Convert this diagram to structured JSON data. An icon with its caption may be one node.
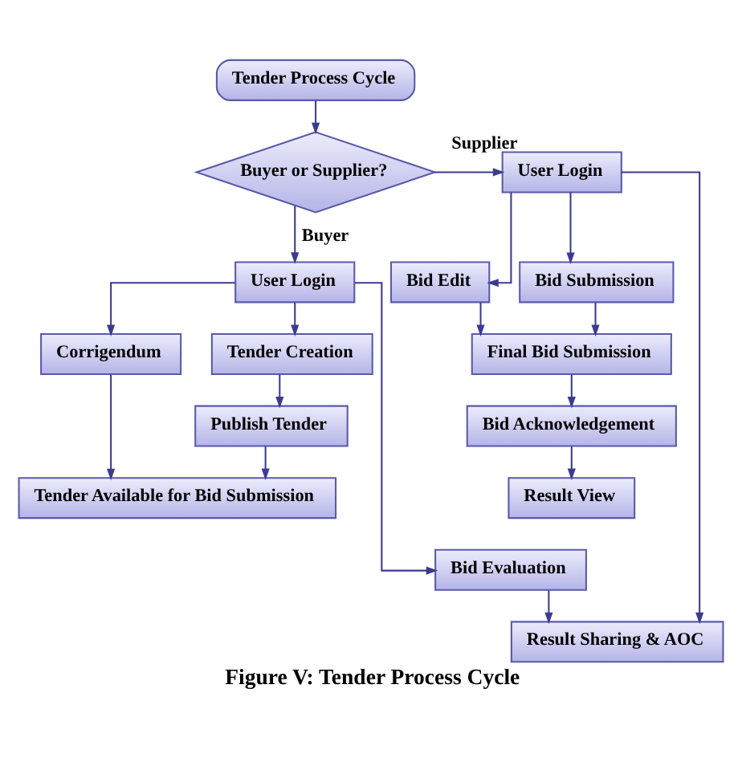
{
  "diagram": {
    "caption": "Figure V: Tender Process Cycle",
    "nodes": [
      {
        "text": [
          "Tender Process Cycle"
        ]
      },
      {
        "text": [
          "Buyer or Supplier?"
        ]
      },
      {
        "text": [
          "User Login"
        ]
      },
      {
        "text": [
          "User Login"
        ]
      },
      {
        "text": [
          "Bid Edit"
        ]
      },
      {
        "text": [
          "Bid Submission"
        ]
      },
      {
        "text": [
          "Corrigendum"
        ]
      },
      {
        "text": [
          "Tender Creation"
        ]
      },
      {
        "text": [
          "Final Bid Submission"
        ]
      },
      {
        "text": [
          "Publish Tender"
        ]
      },
      {
        "text": [
          "Bid Acknowledgement"
        ]
      },
      {
        "text": [
          "Tender Available for Bid Submission"
        ]
      },
      {
        "text": [
          "Result View"
        ]
      },
      {
        "text": [
          "Bid Evaluation"
        ]
      },
      {
        "text": [
          "Result Sharing & AOC"
        ]
      }
    ],
    "edges": [
      {
        "from": 0,
        "to": 1,
        "arrow": "to"
      },
      {
        "from": 1,
        "to": 2,
        "arrow": "to",
        "label": "Supplier"
      },
      {
        "from": 1,
        "to": 3,
        "arrow": "to",
        "label": "Buyer"
      },
      {
        "from": 2,
        "to": 4,
        "arrow": "to"
      },
      {
        "from": 2,
        "to": 5,
        "arrow": "to"
      },
      {
        "from": 2,
        "to": 14,
        "arrow": "to"
      },
      {
        "from": 3,
        "to": 6,
        "arrow": "to"
      },
      {
        "from": 3,
        "to": 7,
        "arrow": "to"
      },
      {
        "from": 3,
        "to": 13,
        "arrow": "to"
      },
      {
        "from": 6,
        "to": 11,
        "arrow": "to"
      },
      {
        "from": 7,
        "to": 9,
        "arrow": "to"
      },
      {
        "from": 9,
        "to": 11,
        "arrow": "to"
      },
      {
        "from": 4,
        "to": 8,
        "arrow": "to"
      },
      {
        "from": 5,
        "to": 8,
        "arrow": "to"
      },
      {
        "from": 8,
        "to": 10,
        "arrow": "to"
      },
      {
        "from": 10,
        "to": 12,
        "arrow": "to"
      },
      {
        "from": 13,
        "to": 14,
        "arrow": "to"
      }
    ]
  }
}
